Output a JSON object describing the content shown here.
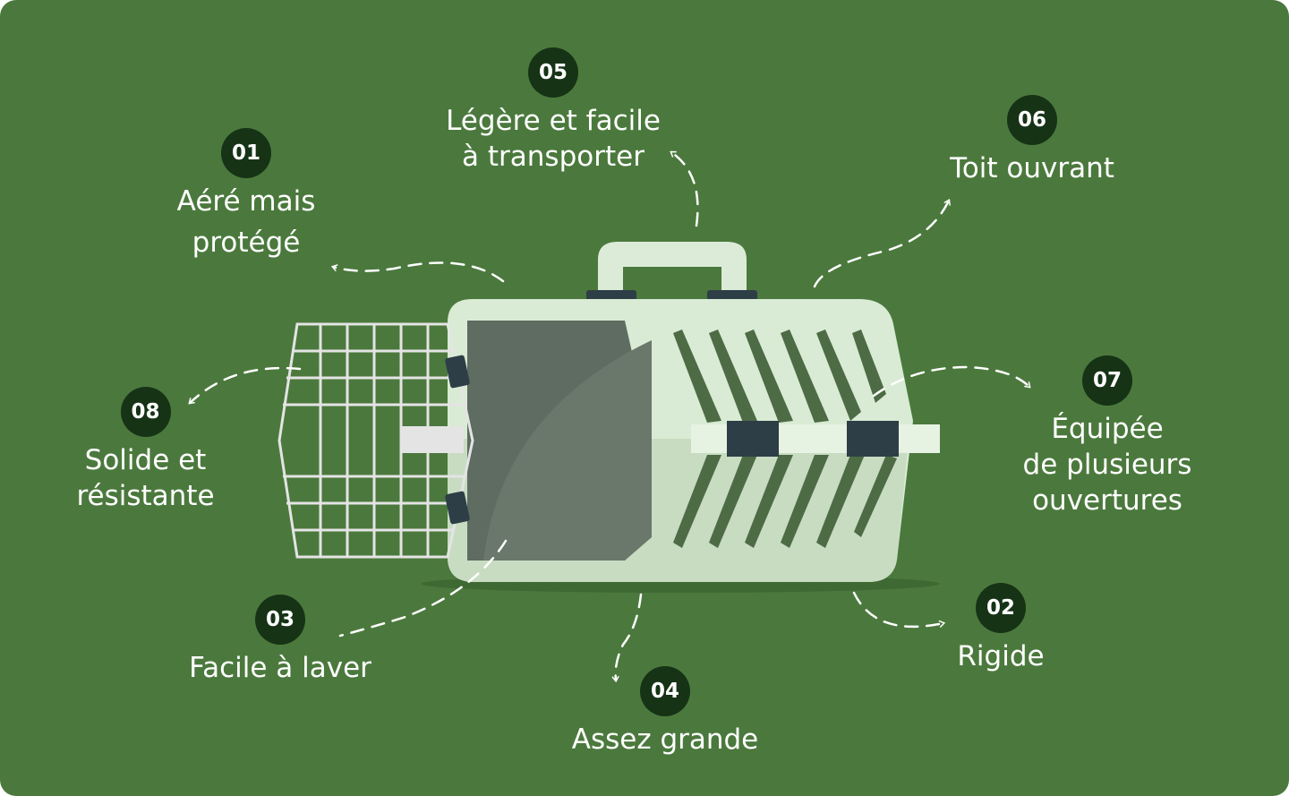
{
  "colors": {
    "background": "#4b793d",
    "badge": "#163316",
    "text": "#ffffff",
    "carrier_body": "#d8ead3",
    "carrier_window": "#5f6c61",
    "clip": "#2e3e47",
    "grille": "#e4e4e4"
  },
  "features": [
    {
      "number": "01",
      "line1": "Aéré mais",
      "line2": "protégé"
    },
    {
      "number": "02",
      "line1": "Rigide",
      "line2": ""
    },
    {
      "number": "03",
      "line1": "Facile à laver",
      "line2": ""
    },
    {
      "number": "04",
      "line1": "Assez grande",
      "line2": ""
    },
    {
      "number": "05",
      "line1": "Légère et facile",
      "line2": "à transporter"
    },
    {
      "number": "06",
      "line1": "Toit ouvrant",
      "line2": ""
    },
    {
      "number": "07",
      "line1": "Équipée",
      "line2": "de plusieurs",
      "line3": "ouvertures"
    },
    {
      "number": "08",
      "line1": "Solide et",
      "line2": "résistante"
    }
  ]
}
